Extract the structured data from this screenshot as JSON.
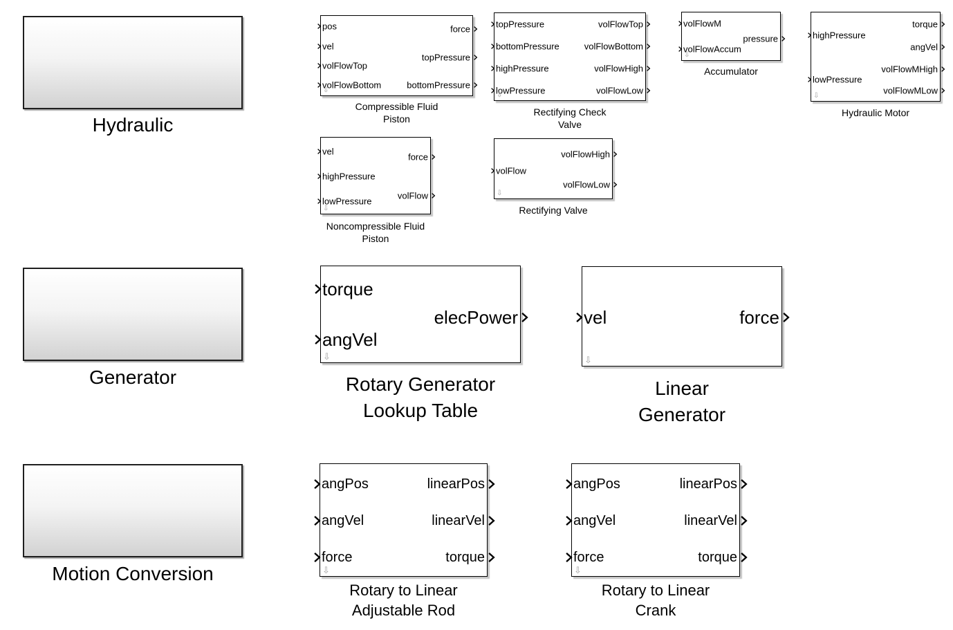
{
  "categories": [
    {
      "id": "hydraulic",
      "label": "Hydraulic"
    },
    {
      "id": "generator",
      "label": "Generator"
    },
    {
      "id": "motion",
      "label": "Motion Conversion"
    }
  ],
  "blocks": {
    "compressible_piston": {
      "name_lines": [
        "Compressible Fluid",
        "Piston"
      ],
      "inputs": [
        "pos",
        "vel",
        "volFlowTop",
        "volFlowBottom"
      ],
      "outputs": [
        "force",
        "topPressure",
        "bottomPressure"
      ]
    },
    "rectifying_check_valve": {
      "name_lines": [
        "Rectifying Check",
        "Valve"
      ],
      "inputs": [
        "topPressure",
        "bottomPressure",
        "highPressure",
        "lowPressure"
      ],
      "outputs": [
        "volFlowTop",
        "volFlowBottom",
        "volFlowHigh",
        "volFlowLow"
      ]
    },
    "accumulator": {
      "name_lines": [
        "Accumulator"
      ],
      "inputs": [
        "volFlowM",
        "volFlowAccum"
      ],
      "outputs": [
        "pressure"
      ]
    },
    "hydraulic_motor": {
      "name_lines": [
        "Hydraulic Motor"
      ],
      "inputs": [
        "highPressure",
        "lowPressure"
      ],
      "outputs": [
        "torque",
        "angVel",
        "volFlowMHigh",
        "volFlowMLow"
      ]
    },
    "noncompressible_piston": {
      "name_lines": [
        "Noncompressible Fluid",
        "Piston"
      ],
      "inputs": [
        "vel",
        "highPressure",
        "lowPressure"
      ],
      "outputs": [
        "force",
        "volFlow"
      ]
    },
    "rectifying_valve": {
      "name_lines": [
        "Rectifying Valve"
      ],
      "inputs": [
        "volFlow"
      ],
      "outputs": [
        "volFlowHigh",
        "volFlowLow"
      ]
    },
    "rotary_generator": {
      "name_lines": [
        "Rotary Generator",
        "Lookup Table"
      ],
      "inputs": [
        "torque",
        "angVel"
      ],
      "outputs": [
        "elecPower"
      ]
    },
    "linear_generator": {
      "name_lines": [
        "Linear",
        "Generator"
      ],
      "inputs": [
        "vel"
      ],
      "outputs": [
        "force"
      ]
    },
    "rotary_linear_rod": {
      "name_lines": [
        "Rotary to Linear",
        "Adjustable Rod"
      ],
      "inputs": [
        "angPos",
        "angVel",
        "force"
      ],
      "outputs": [
        "linearPos",
        "linearVel",
        "torque"
      ]
    },
    "rotary_linear_crank": {
      "name_lines": [
        "Rotary to Linear",
        "Crank"
      ],
      "inputs": [
        "angPos",
        "angVel",
        "force"
      ],
      "outputs": [
        "linearPos",
        "linearVel",
        "torque"
      ]
    }
  },
  "connector_glyph": "⇩"
}
